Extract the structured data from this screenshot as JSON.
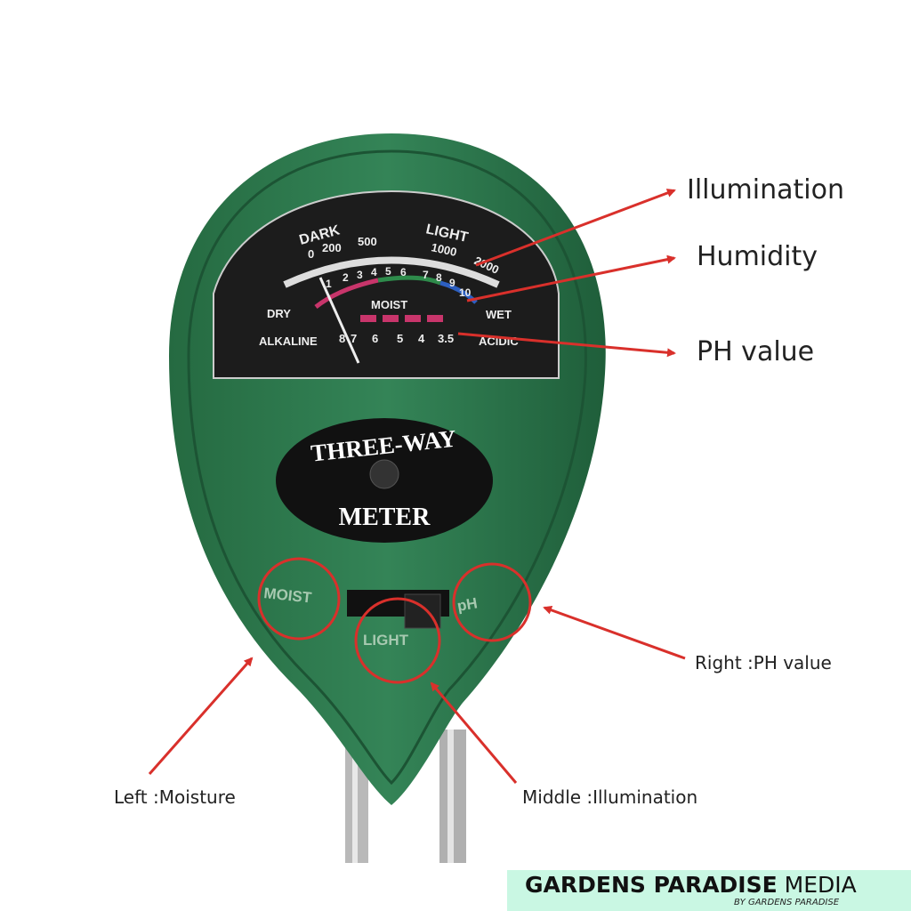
{
  "meter": {
    "brand_top": "THREE-WAY",
    "brand_bottom": "METER",
    "dial": {
      "light_label": "LIGHT",
      "dark_label": "DARK",
      "light_scale": [
        "0",
        "200",
        "500",
        "1000",
        "2000"
      ],
      "moist_scale": [
        "1",
        "2",
        "3",
        "4",
        "5",
        "6",
        "7",
        "8",
        "9",
        "10"
      ],
      "moist_label": "MOIST",
      "dry_label": "DRY",
      "wet_label": "WET",
      "ph_scale": [
        "8",
        "7",
        "6",
        "5",
        "4",
        "3.5"
      ],
      "alkaline_label": "ALKALINE",
      "acidic_label": "ACIDIC"
    },
    "switch_labels": {
      "left": "MOIST",
      "middle": "LIGHT",
      "right": "pH"
    },
    "colors": {
      "body": "#2f7a4e",
      "dial": "#1c1c1c",
      "annotation": "#d9302b"
    }
  },
  "annotations": {
    "illumination": "Illumination",
    "humidity": "Humidity",
    "ph_value": "PH value",
    "right": "Right :PH value",
    "left": "Left :Moisture",
    "middle": "Middle :Illumination"
  },
  "footer": {
    "brand_bold": "GARDENS PARADISE",
    "brand_light": "MEDIA",
    "tagline": "BY GARDENS PARADISE",
    "background": "#c9f7e3"
  }
}
